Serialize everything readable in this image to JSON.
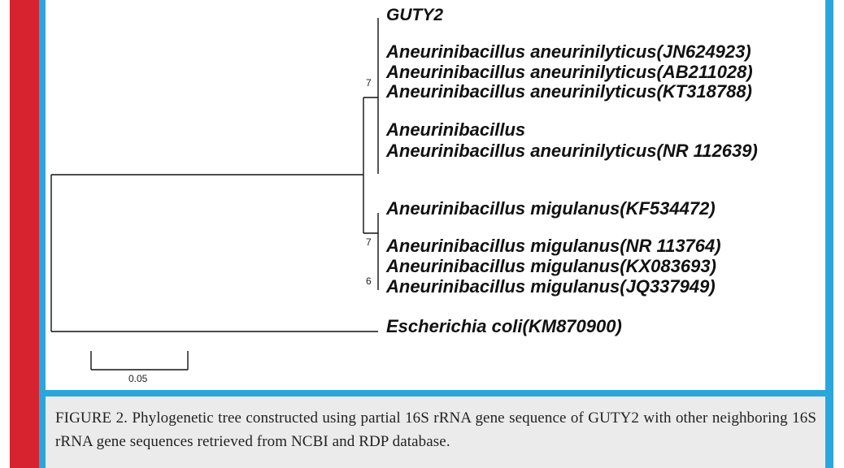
{
  "taxa": [
    "GUTY2",
    "Aneurinibacillus aneurinilyticus(JN624923)",
    "Aneurinibacillus aneurinilyticus(AB211028)",
    "Aneurinibacillus aneurinilyticus(KT318788)",
    "Aneurinibacillus",
    "Aneurinibacillus aneurinilyticus(NR 112639)",
    "Aneurinibacillus migulanus(KF534472)",
    "Aneurinibacillus migulanus(NR 113764)",
    "Aneurinibacillus migulanus(KX083693)",
    "Aneurinibacillus migulanus(JQ337949)",
    "Escherichia coli(KM870900)"
  ],
  "support_values": [
    "7",
    "7",
    "6"
  ],
  "scale_bar": {
    "label": "0.05"
  },
  "caption": "FIGURE 2. Phylogenetic tree constructed using partial 16S rRNA gene sequence of GUTY2 with other neighboring 16S rRNA gene sequences retrieved from NCBI and RDP database.",
  "colors": {
    "accent_red": "#d72230",
    "frame_blue": "#2aa6dc",
    "caption_bg": "#ebebeb"
  }
}
